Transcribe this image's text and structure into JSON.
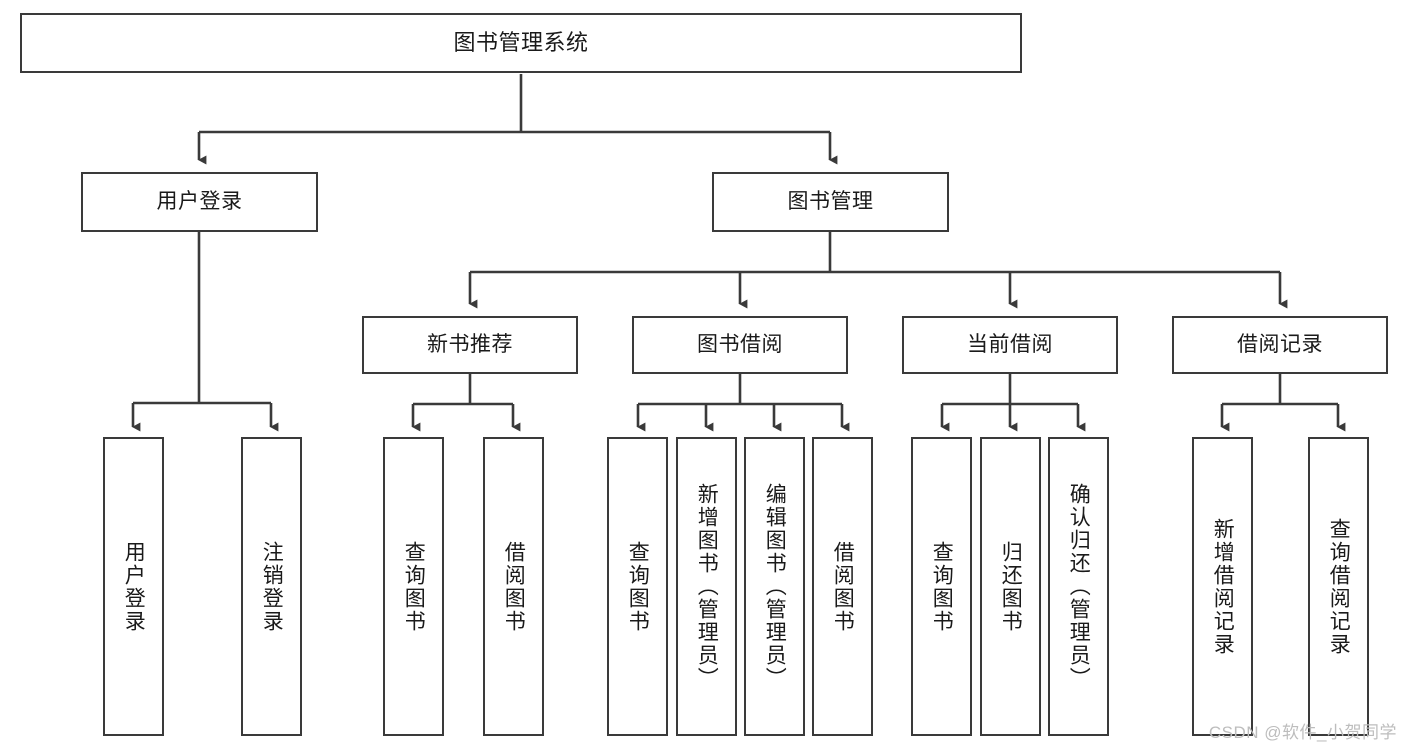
{
  "diagram": {
    "title": "图书管理系统",
    "watermark": "CSDN @软件_小贺同学",
    "line_color": "#3a3a3a",
    "box_fill": "#ffffff",
    "text_color": "#1a1a1a",
    "watermark_color": "#bdbdbd"
  },
  "nodes": {
    "root": {
      "label": "图书管理系统"
    },
    "level2": [
      {
        "label": "用户登录"
      },
      {
        "label": "图书管理"
      }
    ],
    "level3": [
      {
        "label": "新书推荐"
      },
      {
        "label": "图书借阅"
      },
      {
        "label": "当前借阅"
      },
      {
        "label": "借阅记录"
      }
    ],
    "leaves": {
      "user_login": [
        {
          "label": "用户登录"
        },
        {
          "label": "注销登录"
        }
      ],
      "new_book": [
        {
          "label": "查询图书"
        },
        {
          "label": "借阅图书"
        }
      ],
      "book_borrow": [
        {
          "label": "查询图书"
        },
        {
          "label": "新增图书（管理员）"
        },
        {
          "label": "编辑图书（管理员）"
        },
        {
          "label": "借阅图书"
        }
      ],
      "current_borrow": [
        {
          "label": "查询图书"
        },
        {
          "label": "归还图书"
        },
        {
          "label": "确认归还（管理员）"
        }
      ],
      "borrow_record": [
        {
          "label": "新增借阅记录"
        },
        {
          "label": "查询借阅记录"
        }
      ]
    }
  }
}
